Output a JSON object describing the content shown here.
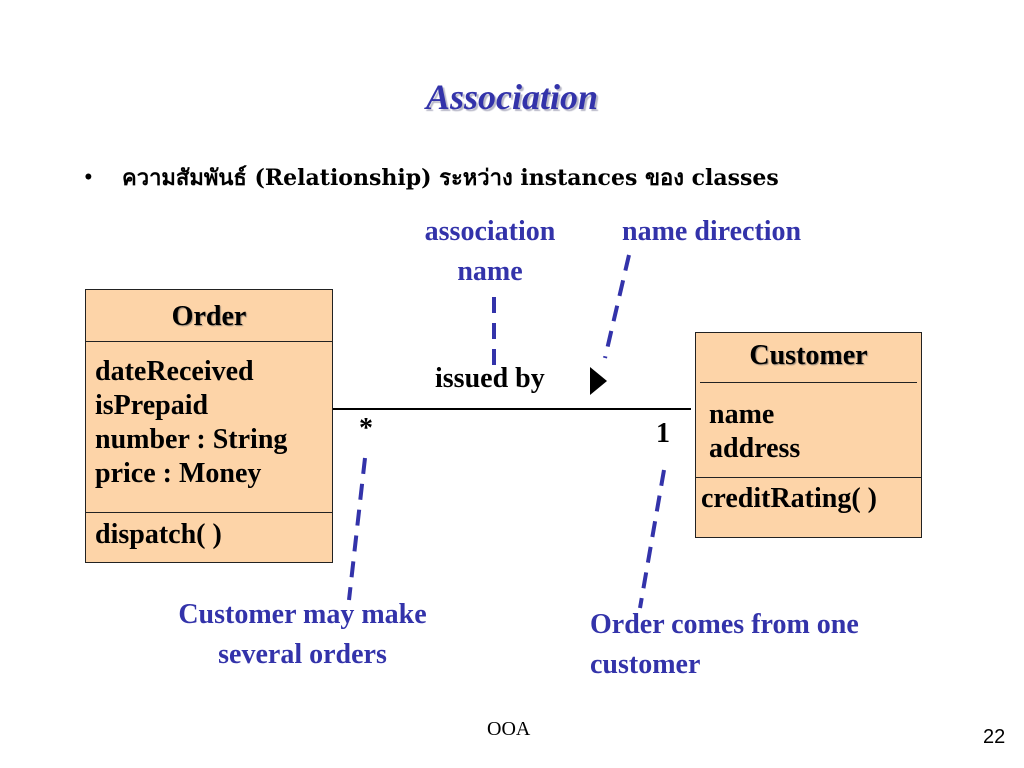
{
  "slide": {
    "title": "Association",
    "bullet_symbol": "•",
    "bullet_text": "ความสัมพันธ์ (Relationship) ระหว่าง  instances ของ classes"
  },
  "annotations": {
    "association_name_line1": "association",
    "association_name_line2": "name",
    "name_direction": "name direction",
    "many_note_line1": "Customer may make",
    "many_note_line2": "several orders",
    "one_note_line1": "Order comes from one",
    "one_note_line2": "customer"
  },
  "order_class": {
    "name": "Order",
    "attributes": [
      "dateReceived",
      "isPrepaid",
      "number : String",
      "price : Money"
    ],
    "operations": [
      "dispatch( )"
    ]
  },
  "customer_class": {
    "name": "Customer",
    "attributes": [
      "name",
      "address"
    ],
    "operations": [
      "creditRating( )"
    ]
  },
  "association": {
    "label": "issued by",
    "order_multiplicity": "*",
    "customer_multiplicity": "1"
  },
  "footer": {
    "center": "OOA",
    "page_number": "22"
  },
  "colors": {
    "class_fill": "#fdd4a8",
    "annotation_blue": "#3333aa"
  }
}
